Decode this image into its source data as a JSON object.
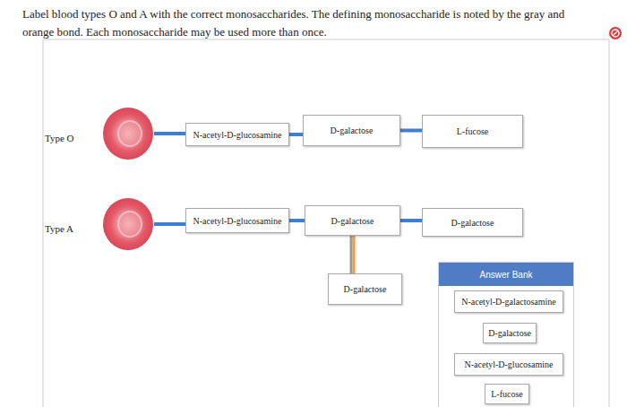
{
  "diagram": {
    "title": "Label blood types O and A with the correct monosaccharides. The defining monosaccharide is noted by the gray and orange bond. Each monosaccharide may be used more than once.",
    "nodes": [
      {
        "text": [
          "Type O"
        ]
      },
      {
        "text": [
          "N-acetyl-D-glucosamine"
        ]
      },
      {
        "text": [
          "D-galactose"
        ]
      },
      {
        "text": [
          "L-fucose"
        ]
      },
      {
        "text": [
          "Type A"
        ]
      },
      {
        "text": [
          "N-acetyl-D-glucosamine"
        ]
      },
      {
        "text": [
          "D-galactose"
        ]
      },
      {
        "text": [
          "D-galactose"
        ]
      },
      {
        "text": [
          "D-galactose"
        ]
      },
      {
        "text": [
          "Answer Bank"
        ]
      },
      {
        "text": [
          "N-acetyl-D-galactosamine"
        ],
        "in": 9
      },
      {
        "text": [
          "D-galactose"
        ],
        "in": 9
      },
      {
        "text": [
          "N-acetyl-D-glucosamine"
        ],
        "in": 9
      },
      {
        "text": [
          "L-fucose"
        ],
        "in": 9
      }
    ],
    "edges": [
      {
        "from": 0,
        "to": 1,
        "arrow": "none"
      },
      {
        "from": 1,
        "to": 2,
        "arrow": "none"
      },
      {
        "from": 2,
        "to": 3,
        "arrow": "none"
      },
      {
        "from": 4,
        "to": 5,
        "arrow": "none"
      },
      {
        "from": 5,
        "to": 6,
        "arrow": "none"
      },
      {
        "from": 6,
        "to": 7,
        "arrow": "none"
      },
      {
        "from": 6,
        "to": 8,
        "arrow": "none"
      }
    ]
  }
}
